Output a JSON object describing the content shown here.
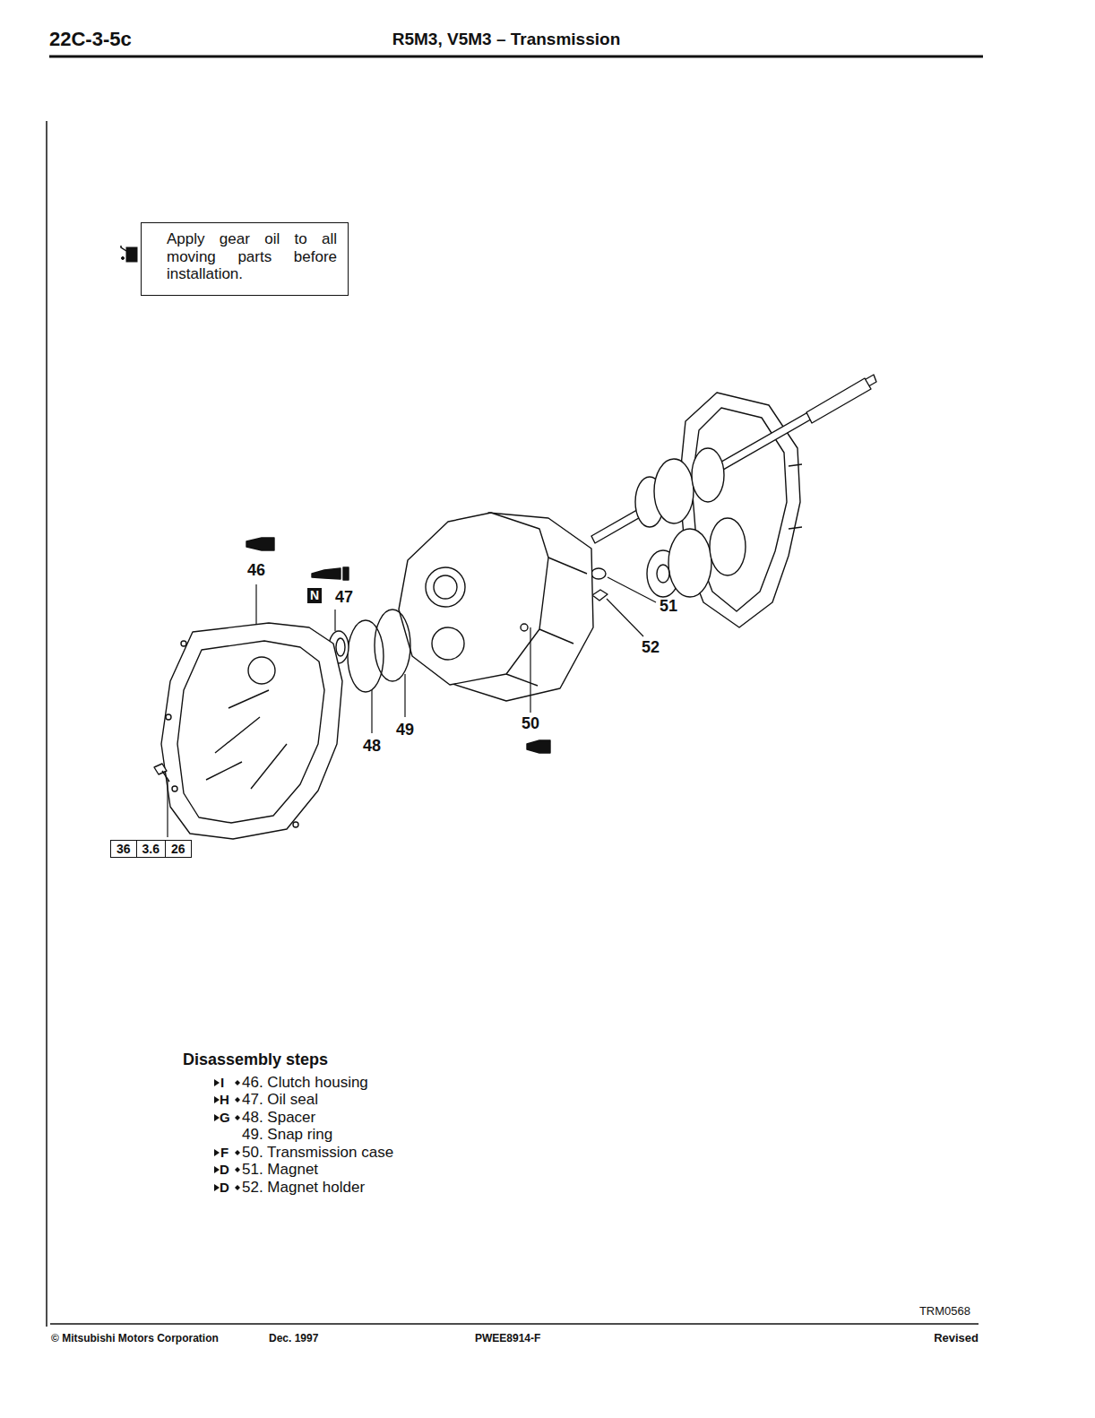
{
  "diagram": {
    "title": "R5M3, V5M3 – Transmission",
    "nodes": [
      {
        "text": [
          "Apply gear oil to all moving parts before installation."
        ]
      },
      {
        "text": [
          "N"
        ]
      },
      {
        "text": [
          "36",
          "3.6",
          "26"
        ]
      }
    ],
    "labels": [
      "22C-3-5c",
      "46",
      "47",
      "48",
      "49",
      "50",
      "51",
      "52",
      "Disassembly steps",
      "I",
      "46. Clutch housing",
      "H",
      "47. Oil seal",
      "G",
      "48. Spacer",
      "49. Snap ring",
      "F",
      "50. Transmission case",
      "D",
      "51. Magnet",
      "D",
      "52. Magnet holder",
      "TRM0568",
      "© Mitsubishi Motors Corporation",
      "Dec. 1997",
      "PWEE8914-F",
      "Revised"
    ]
  }
}
